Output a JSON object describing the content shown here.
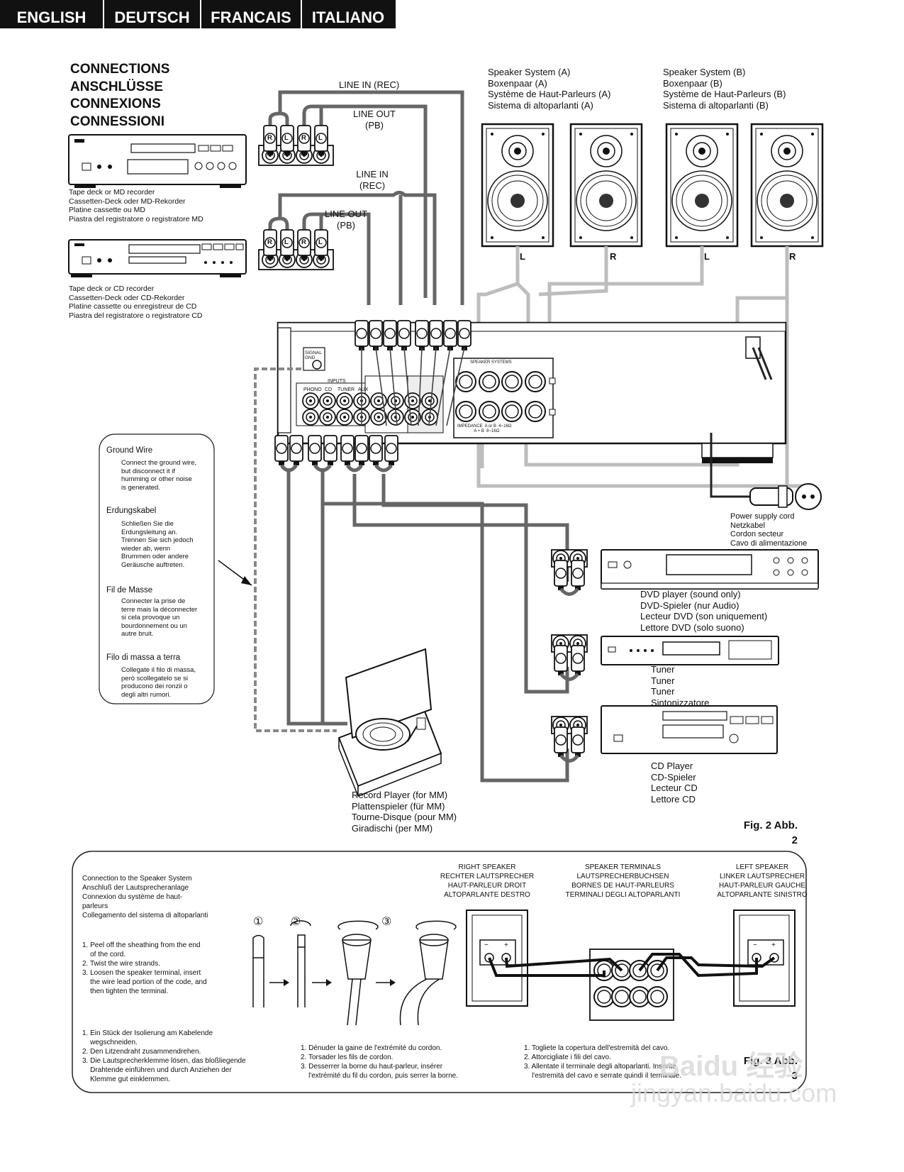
{
  "lang_tabs": [
    "ENGLISH",
    "DEUTSCH",
    "FRANCAIS",
    "ITALIANO"
  ],
  "title": [
    "CONNECTIONS",
    "ANSCHLÜSSE",
    "CONNEXIONS",
    "CONNESSIONI"
  ],
  "devices": {
    "tape_md": "Tape deck or MD recorder\nCassetten-Deck oder MD-Rekorder\nPlatine cassette ou MD\nPiastra del registratore o registratore MD",
    "tape_cd": "Tape deck or CD recorder\nCassetten-Deck oder CD-Rekorder\nPlatine cassette ou enregistreur de CD\nPiastra del registratore o registratore CD",
    "speaker_a": "Speaker System (A)\nBoxenpaar (A)\nSystème de Haut-Parleurs (A)\nSistema di altoparlanti (A)",
    "speaker_b": "Speaker System (B)\nBoxenpaar (B)\nSystème de Haut-Parleurs (B)\nSistema di altoparlanti (B)",
    "power": "Power supply cord\nNetzkabel\nCordon secteur\nCavo di alimentazione",
    "dvd": "DVD player (sound only)\nDVD-Spieler (nur Audio)\nLecteur DVD (son uniquement)\nLettore DVD (solo suono)",
    "tuner": "Tuner\nTuner\nTuner\nSintonizzatore",
    "cd": "CD Player\nCD-Spieler\nLecteur CD\nLettore CD",
    "record": "Record Player (for MM)\nPlattenspieler (für MM)\nTourne-Disque (pour MM)\nGiradischi (per MM)"
  },
  "line_labels": {
    "line_in_1": "LINE IN (REC)",
    "line_out_1": "LINE OUT\n(PB)",
    "line_in_2": "LINE IN\n(REC)",
    "line_out_2": "LINE OUT\n(PB)"
  },
  "speaker_lr": [
    "L",
    "R",
    "L",
    "R"
  ],
  "plug_labels": [
    "R",
    "L",
    "R",
    "L"
  ],
  "rear_panel": {
    "signal_gnd": "SIGNAL\nGND",
    "inputs": "INPUTS",
    "input_names": [
      "PHONO",
      "CD",
      "TUNER",
      "AUX"
    ],
    "speaker_systems": "SPEAKER SYSTEMS",
    "impedance": "IMPEDANCE  A or B  4~16Ω\n              A + B  8~16Ω"
  },
  "ground_notes": [
    {
      "title": "Ground Wire",
      "body": "Connect the ground wire,\nbut disconnect it if\nhumming or other noise\nis generated."
    },
    {
      "title": "Erdungskabel",
      "body": "Schließen Sie die\nErdungsleitung an.\nTrennen Sie sich jedoch\nwieder ab, wenn\nBrummen oder andere\nGeräusche auftreten."
    },
    {
      "title": "Fil de Masse",
      "body": "Connecter la prise de\nterre mais la déconnecter\nsi cela provoque un\nbourdonnement ou un\nautre bruit."
    },
    {
      "title": "Filo di massa a terra",
      "body": "Collegate il filo di massa,\nperò scollegatelo se si\nproducono dei ronzii o\ndegli altri rumori."
    }
  ],
  "fig2": "Fig. 2\nAbb. 2",
  "fig3": "Fig. 3\nAbb. 3",
  "bottom": {
    "heading": "Connection to the Speaker System\nAnschluß der Lautsprecheranlage\nConnexion du système de haut-\nparleurs\nCollegamento del sistema di altoparlanti",
    "steps": [
      "①",
      "②",
      "③"
    ],
    "en": "1. Peel off the sheathing from the end\n    of the cord.\n2. Twist the wire strands.\n3. Loosen the speaker terminal, insert\n    the wire lead portion of the code, and\n    then tighten the terminal.",
    "de": "1. Ein Stück der Isolierung am Kabelende\n    wegschneiden.\n2. Den Litzendraht zusammendrehen.\n3. Die Lautsprecherklemme lösen, das bloßliegende\n    Drahtende einführen und durch Anziehen der\n    Klemme gut einklemmen.",
    "fr": "1. Dénuder la gaine de l'extrémité du cordon.\n2. Torsader les fils de cordon.\n3. Desserrer la borne du haut-parleur, insérer\n    l'extrémité du fil du cordon, puis serrer la borne.",
    "it": "1. Togliete la copertura dell'estremità del cavo.\n2. Attorcigliate i fili del cavo.\n3. Allentate il terminale degli altoparlanti. Inserite\n    l'estremità del cavo e serrate quindi il terminale.",
    "right_speaker": "RIGHT SPEAKER\nRECHTER LAUTSPRECHER\nHAUT-PARLEUR DROIT\nALTOPARLANTE DESTRO",
    "speaker_terminals": "SPEAKER TERMINALS\nLAUTSPRECHERBUCHSEN\nBORNES DE HAUT-PARLEURS\nTERMINALI DEGLI ALTOPARLANTI",
    "left_speaker": "LEFT SPEAKER\nLINKER LAUTSPRECHER\nHAUT-PARLEUR GAUCHE\nALTOPARLANTE SINISTRO",
    "polarity": [
      "−",
      "+",
      "−",
      "+"
    ]
  },
  "watermark": "Baidu 经验",
  "watermark_url": "jingyan.baidu.com"
}
